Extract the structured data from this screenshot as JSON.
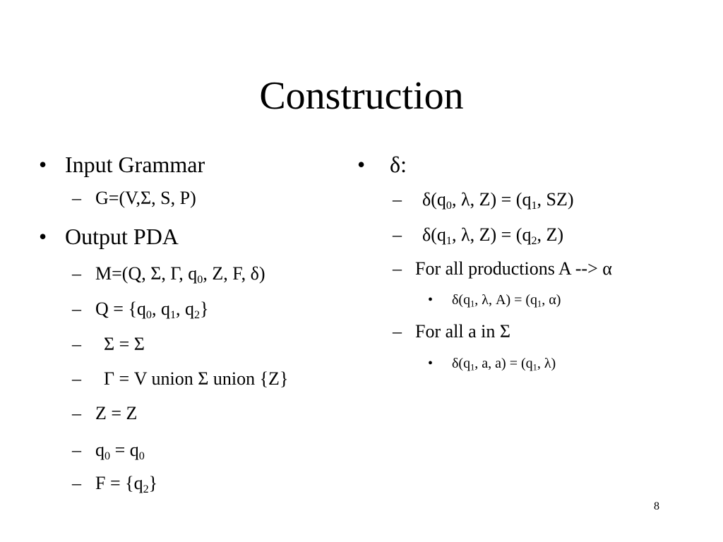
{
  "slide": {
    "title": "Construction",
    "page_number": "8",
    "left": {
      "b1": "Input Grammar",
      "b1_s1": "G=(V,Σ, S, P)",
      "b2": "Output PDA",
      "b2_s1": [
        "M=(Q, Σ, Γ, q",
        "0",
        ", Z, F, δ)"
      ],
      "b2_s2": [
        "Q = {q",
        "0",
        ", q",
        "1",
        ", q",
        "2",
        "}"
      ],
      "b2_s3": "Σ = Σ",
      "b2_s4": "Γ = V union Σ union {Z}",
      "b2_s5": "Z = Z",
      "b2_s6": [
        "q",
        "0",
        " = q",
        "0"
      ],
      "b2_s7": [
        "F = {q",
        "2",
        "}"
      ]
    },
    "right": {
      "b1": "δ:",
      "s1": [
        "δ(q",
        "0",
        ", λ, Z) = (q",
        "1",
        ", SZ)"
      ],
      "s2": [
        "δ(q",
        "1",
        ", λ, Z) = (q",
        "2",
        ", Z)"
      ],
      "s3": "For all productions A --> α",
      "s3_t1": [
        "δ(q",
        "1",
        ", λ, A) = (q",
        "1",
        ", α)"
      ],
      "s4": "For all a in Σ",
      "s4_t1": [
        "δ(q",
        "1",
        ", a, a) = (q",
        "1",
        ", λ)"
      ]
    },
    "markers": {
      "bullet": "•",
      "dash": "–"
    }
  }
}
